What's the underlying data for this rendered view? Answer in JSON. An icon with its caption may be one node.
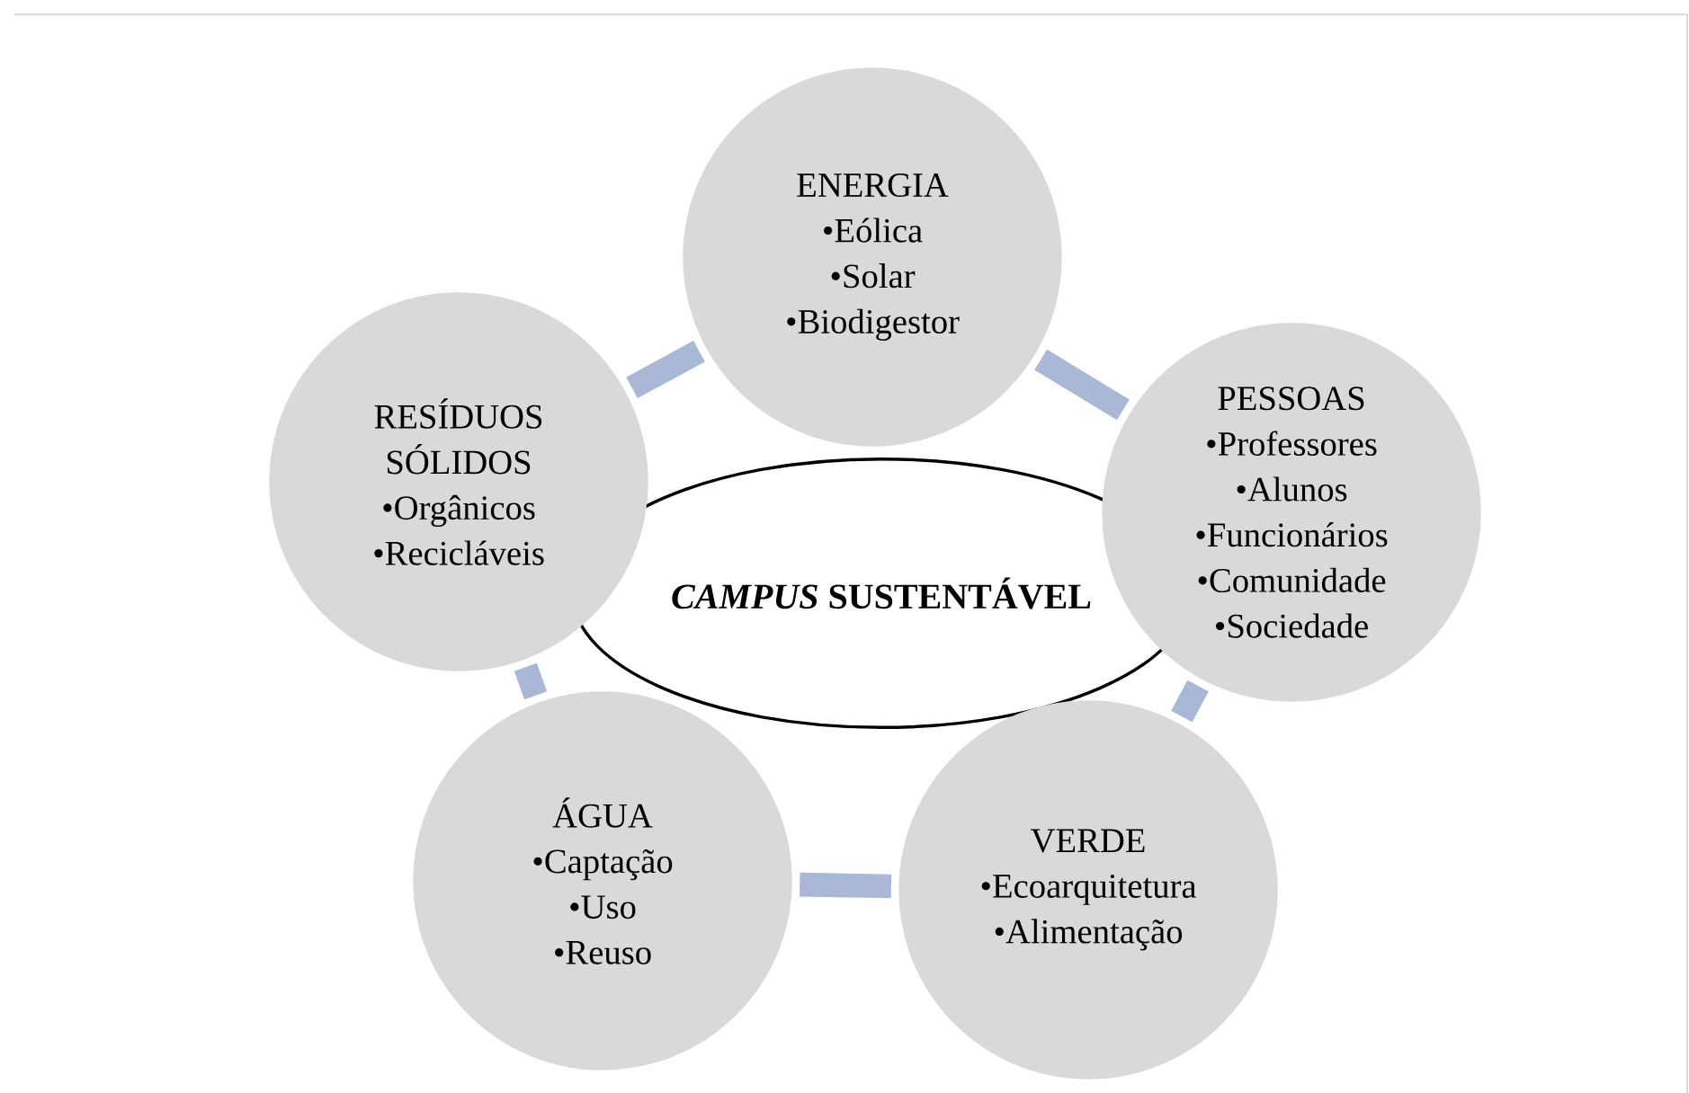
{
  "diagram": {
    "nodes": [
      {
        "text": [
          "ENERGIA",
          "•Eólica",
          "•Solar",
          "•Biodigestor"
        ]
      },
      {
        "text": [
          "PESSOAS",
          "•Professores",
          "•Alunos",
          "•Funcionários",
          "•Comunidade",
          "•Sociedade"
        ]
      },
      {
        "text": [
          "VERDE",
          "•Ecoarquitetura",
          "•Alimentação"
        ]
      },
      {
        "text": [
          "ÁGUA",
          "•Captação",
          "•Uso",
          "•Reuso"
        ]
      },
      {
        "text": [
          "RESÍDUOS SÓLIDOS",
          "•Orgânicos",
          "•Recicláveis"
        ]
      },
      {
        "text": [
          "*CAMPUS* SUSTENTÁVEL"
        ]
      }
    ],
    "edges": [
      {
        "from": 4,
        "to": 0,
        "arrow": "none"
      },
      {
        "from": 0,
        "to": 1,
        "arrow": "none"
      },
      {
        "from": 1,
        "to": 2,
        "arrow": "none"
      },
      {
        "from": 2,
        "to": 3,
        "arrow": "none"
      },
      {
        "from": 3,
        "to": 4,
        "arrow": "none"
      }
    ]
  }
}
